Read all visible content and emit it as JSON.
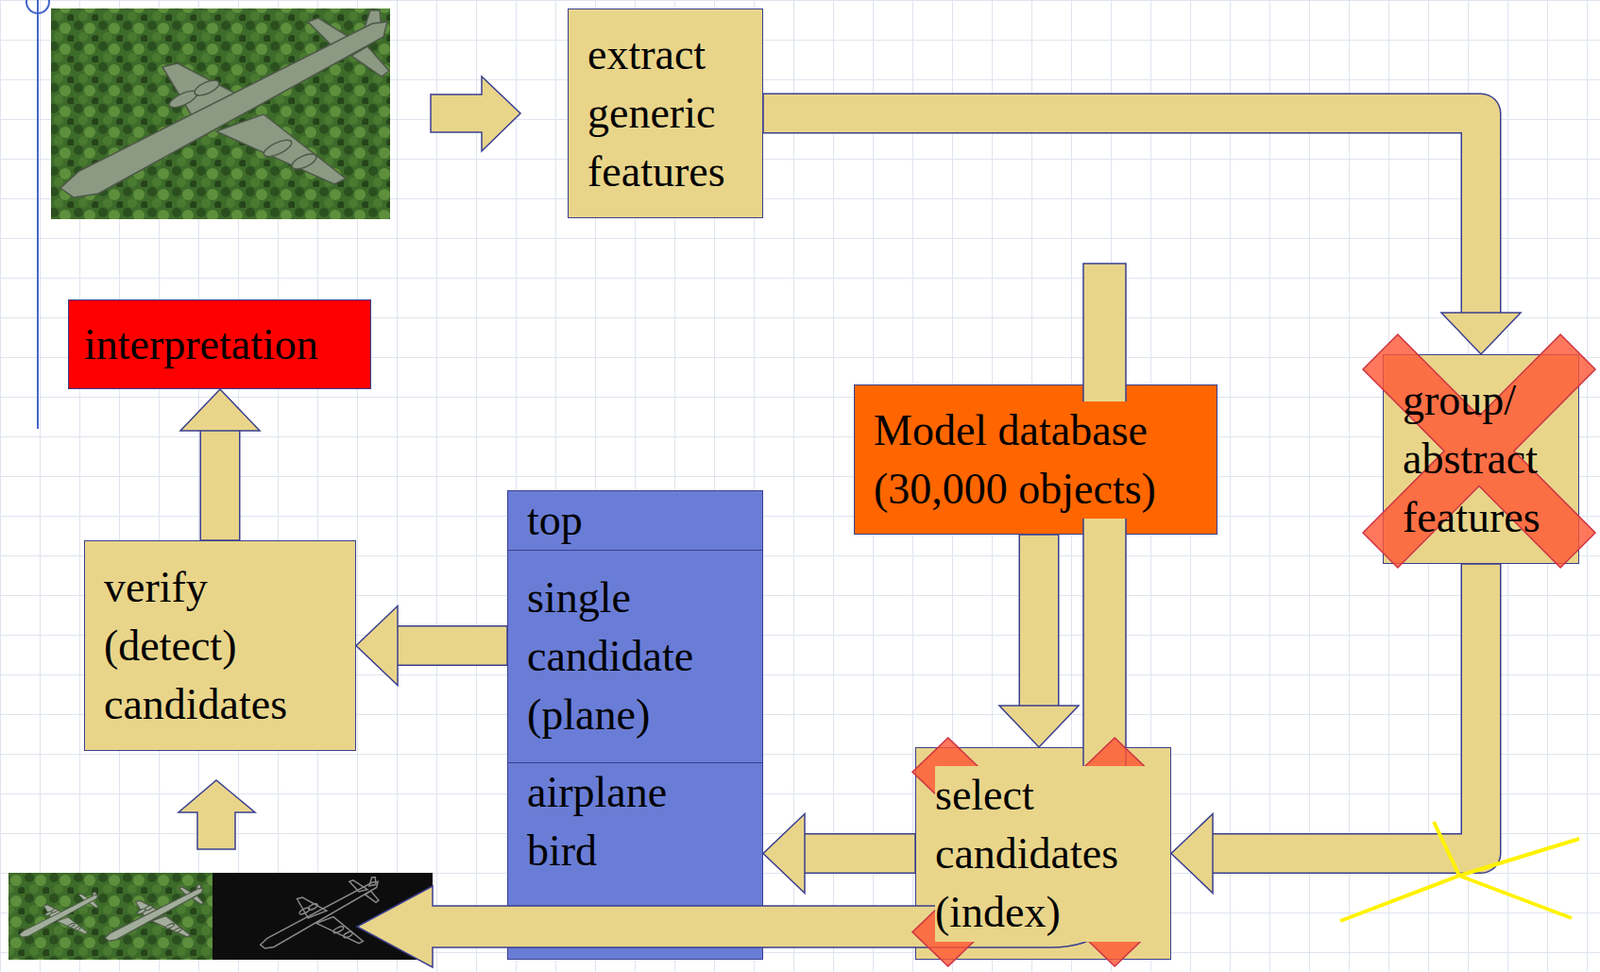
{
  "diagram": {
    "nodes": [
      {
        "text": [
          "extract generic features"
        ]
      },
      {
        "text": [
          "interpretation"
        ]
      },
      {
        "text": [
          "group/ abstract features"
        ]
      },
      {
        "text": [
          "Model database (30,000 objects)"
        ]
      },
      {
        "text": [
          "top",
          "single candidate (plane)",
          "airplane bird"
        ]
      },
      {
        "text": [
          "verify (detect) candidates"
        ]
      },
      {
        "text": [
          "select candidates (index)"
        ]
      }
    ],
    "edges": [
      {
        "from": 0,
        "to": 2,
        "arrow": "to"
      },
      {
        "from": 2,
        "to": 6,
        "arrow": "to"
      },
      {
        "from": 3,
        "to": 6,
        "arrow": "to"
      },
      {
        "from": 6,
        "to": 4,
        "arrow": "to"
      },
      {
        "from": 4,
        "to": 5,
        "arrow": "to"
      },
      {
        "from": 5,
        "to": 1,
        "arrow": "to"
      }
    ]
  }
}
